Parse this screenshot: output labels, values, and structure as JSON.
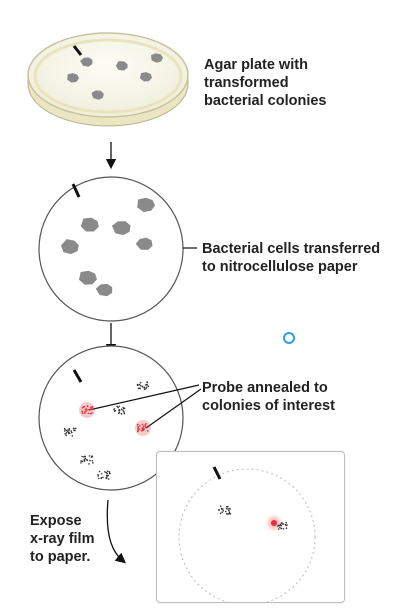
{
  "labels": {
    "agar": "Agar plate with\ntransformed\nbacterial colonies",
    "transfer": "Bacterial cells transferred\nto nitrocellulose paper",
    "probe": "Probe annealed to\ncolonies of interest",
    "expose": "Expose\nx-ray film\nto paper."
  },
  "colors": {
    "colony": "#8a8a8a",
    "probe": "#e0303a",
    "dots": "#333333",
    "agar_rim": "#e8e2b0",
    "cursor": "#2a9df4"
  }
}
